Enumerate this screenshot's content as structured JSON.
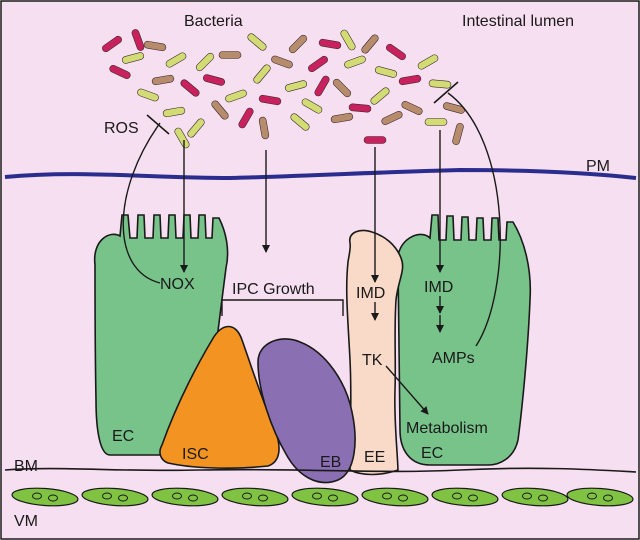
{
  "labels": {
    "bacteria": "Bacteria",
    "intestinal_lumen": "Intestinal lumen",
    "ros": "ROS",
    "pm": "PM",
    "nox": "NOX",
    "ipc_growth": "IPC Growth",
    "imd_ee": "IMD",
    "imd_ec": "IMD",
    "tk": "TK",
    "amps": "AMPs",
    "metabolism": "Metabolism",
    "ec_left": "EC",
    "ec_right": "EC",
    "isc": "ISC",
    "eb": "EB",
    "ee": "EE",
    "bm": "BM",
    "vm": "VM"
  },
  "colors": {
    "background": "#f6dff0",
    "plasma_membrane": "#2b2d8e",
    "enterocyte": "#78c38a",
    "isc": "#f39422",
    "eb": "#8b6fb3",
    "ee": "#f9d9c8",
    "muscle": "#80c342",
    "bacteria_pink": "#c8215e",
    "bacteria_green": "#d3dc74",
    "bacteria_brown": "#b78c6c"
  }
}
